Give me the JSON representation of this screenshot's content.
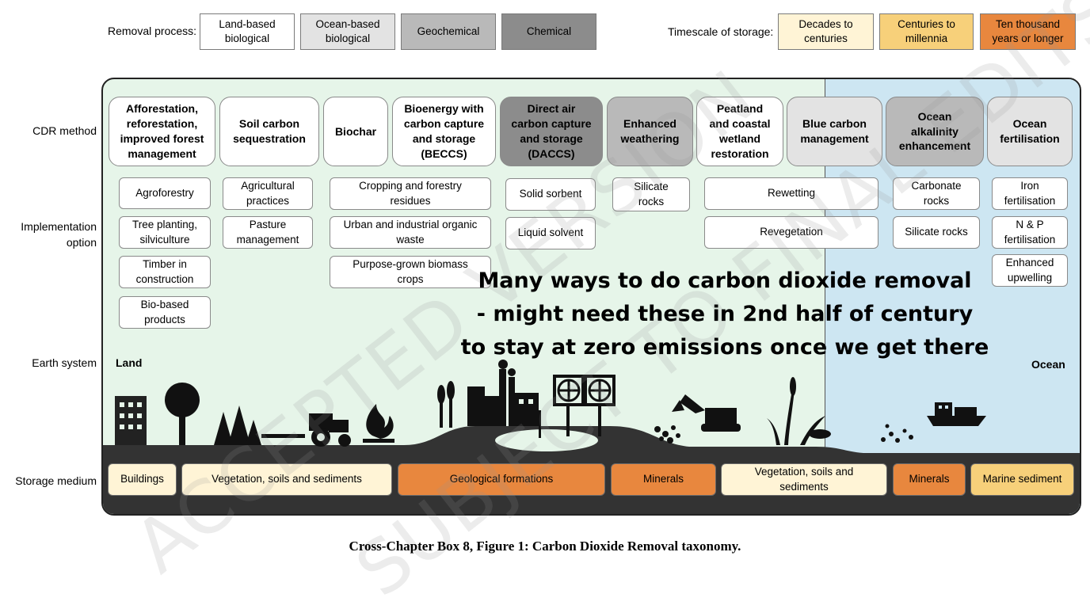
{
  "legend": {
    "removal_label": "Removal process:",
    "removal_items": [
      {
        "label": "Land-based\nbiological",
        "color": "#ffffff"
      },
      {
        "label": "Ocean-based\nbiological",
        "color": "#e3e3e3"
      },
      {
        "label": "Geochemical",
        "color": "#b9b9b9"
      },
      {
        "label": "Chemical",
        "color": "#8c8c8c"
      }
    ],
    "timescale_label": "Timescale of storage:",
    "timescale_items": [
      {
        "label": "Decades to\ncenturies",
        "color": "#fff4d6"
      },
      {
        "label": "Centuries to\nmillennia",
        "color": "#f7d07a"
      },
      {
        "label": "Ten thousand\nyears or longer",
        "color": "#e8873e"
      }
    ]
  },
  "row_labels": {
    "cdr_method": "CDR method",
    "implementation": "Implementation\noption",
    "earth_system": "Earth system",
    "storage": "Storage medium"
  },
  "methods": [
    "Afforestation,\nreforestation,\nimproved forest\nmanagement",
    "Soil carbon\nsequestration",
    "Biochar",
    "Bioenergy with\ncarbon capture\nand storage\n(BECCS)",
    "Direct air\ncarbon capture\nand storage\n(DACCS)",
    "Enhanced\nweathering",
    "Peatland\nand coastal\nwetland\nrestoration",
    "Blue carbon\nmanagement",
    "Ocean\nalkalinity\nenhancement",
    "Ocean\nfertilisation"
  ],
  "options": {
    "afforestation": [
      "Agroforestry",
      "Tree planting,\nsilviculture",
      "Timber in\nconstruction",
      "Bio-based\nproducts"
    ],
    "soil": [
      "Agricultural\npractices",
      "Pasture\nmanagement"
    ],
    "beccs": [
      "Cropping and forestry\nresidues",
      "Urban and industrial organic\nwaste",
      "Purpose-grown biomass\ncrops"
    ],
    "daccs": [
      "Solid sorbent",
      "Liquid solvent"
    ],
    "weathering": [
      "Silicate\nrocks"
    ],
    "wetland": [
      "Rewetting",
      "Revegetation"
    ],
    "alkalinity": [
      "Carbonate\nrocks",
      "Silicate rocks"
    ],
    "fertilisation": [
      "Iron\nfertilisation",
      "N & P\nfertilisation",
      "Enhanced\nupwelling"
    ]
  },
  "earth": {
    "land": "Land",
    "ocean": "Ocean"
  },
  "storage": [
    {
      "label": "Buildings",
      "color": "#fff4d6"
    },
    {
      "label": "Vegetation, soils and sediments",
      "color": "#fff4d6"
    },
    {
      "label": "Geological formations",
      "color": "#e8873e"
    },
    {
      "label": "Minerals",
      "color": "#e8873e"
    },
    {
      "label": "Vegetation, soils and\nsediments",
      "color": "#fff4d6"
    },
    {
      "label": "Minerals",
      "color": "#e8873e"
    },
    {
      "label": "Marine sediment",
      "color": "#f7d07a"
    }
  ],
  "overlay_lines": [
    "Many ways to do carbon dioxide removal",
    "- might need these in 2nd half of century",
    "to stay at zero emissions once we get there"
  ],
  "watermarks": [
    "ACCEPTED VERSION",
    "SUBJECT TO FINAL EDITS"
  ],
  "caption": "Cross-Chapter Box 8, Figure 1: Carbon Dioxide Removal taxonomy.",
  "colors": {
    "land_bg": "#e6f5e9",
    "ocean_bg": "#cde6f2",
    "ground": "#333333",
    "method_land": "#ffffff",
    "method_ocean_bio": "#e3e3e3",
    "method_geochem": "#b9b9b9",
    "method_chem": "#8c8c8c"
  }
}
